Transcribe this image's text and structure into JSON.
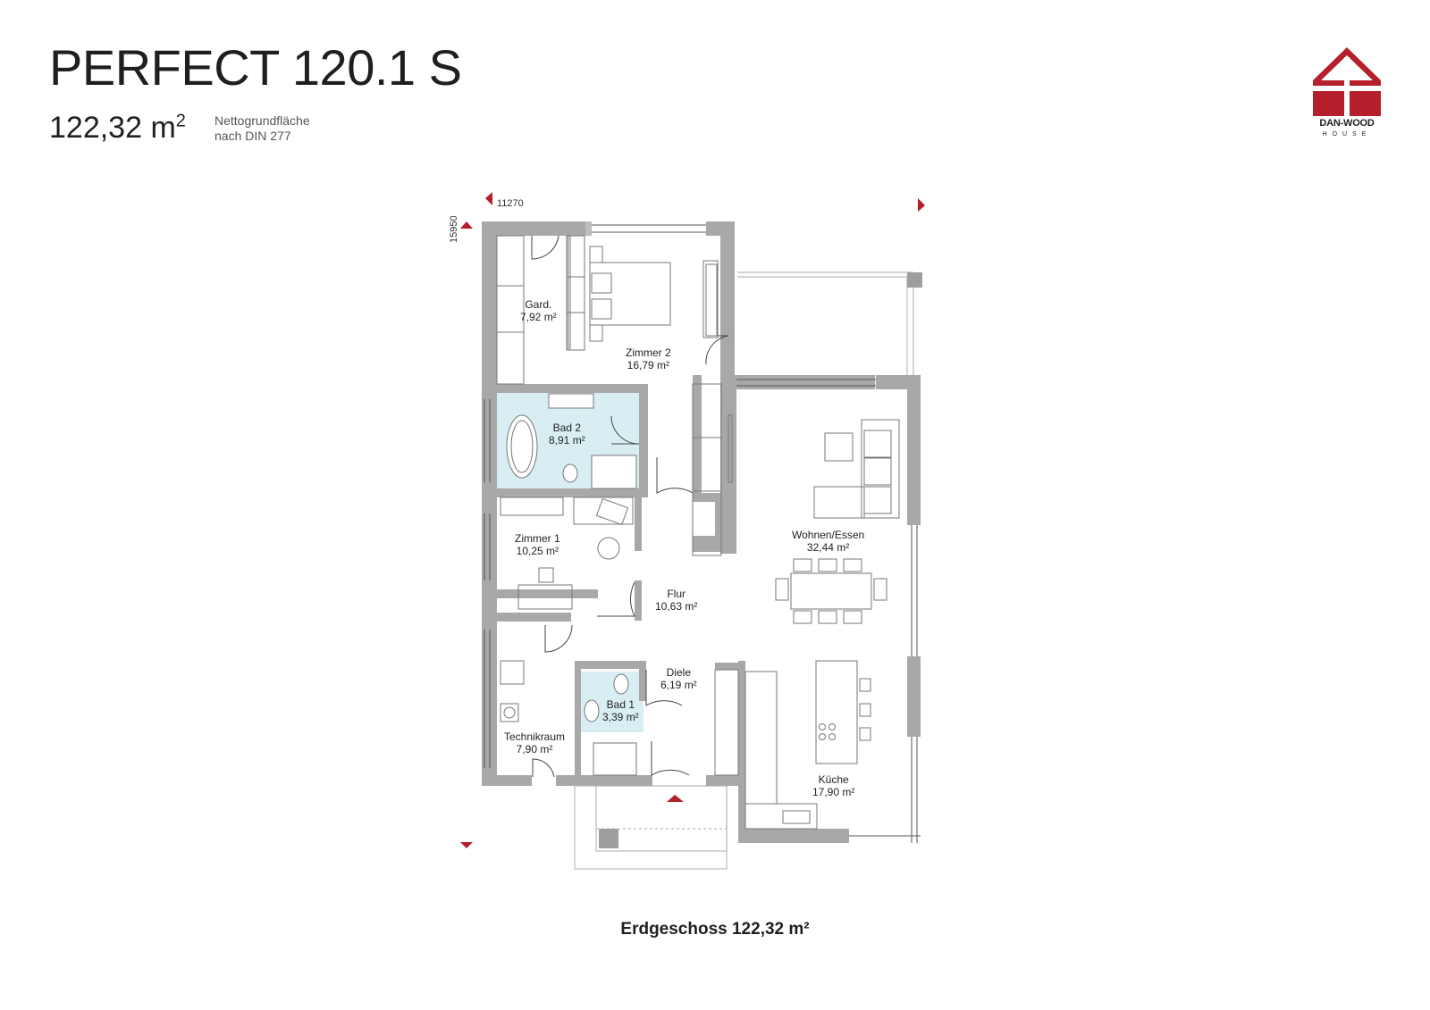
{
  "header": {
    "title": "PERFECT 120.1 S",
    "area_value": "122,32 m",
    "area_sup": "2",
    "area_note_line1": "Nettogrundfläche",
    "area_note_line2": "nach DIN 277"
  },
  "logo": {
    "word": "DAN-WOOD",
    "sub": "HOUSE",
    "color": "#b41f2b",
    "icon": "house-logo-icon"
  },
  "dimensions": {
    "width": "11270",
    "depth": "15950"
  },
  "rooms": [
    {
      "name": "Gard.",
      "area": "7,92 m²"
    },
    {
      "name": "Zimmer 2",
      "area": "16,79 m²"
    },
    {
      "name": "Bad 2",
      "area": "8,91 m²"
    },
    {
      "name": "Zimmer 1",
      "area": "10,25 m²"
    },
    {
      "name": "Flur",
      "area": "10,63 m²"
    },
    {
      "name": "Wohnen/Essen",
      "area": "32,44 m²"
    },
    {
      "name": "Diele",
      "area": "6,19 m²"
    },
    {
      "name": "Bad 1",
      "area": "3,39 m²"
    },
    {
      "name": "Technikraum",
      "area": "7,90 m²"
    },
    {
      "name": "Küche",
      "area": "17,90 m²"
    }
  ],
  "caption": "Erdgeschoss 122,32 m²",
  "colors": {
    "wall": "#a8a8a8",
    "bathroom_tile": "#d8eef2",
    "marker": "#b41f2b"
  }
}
